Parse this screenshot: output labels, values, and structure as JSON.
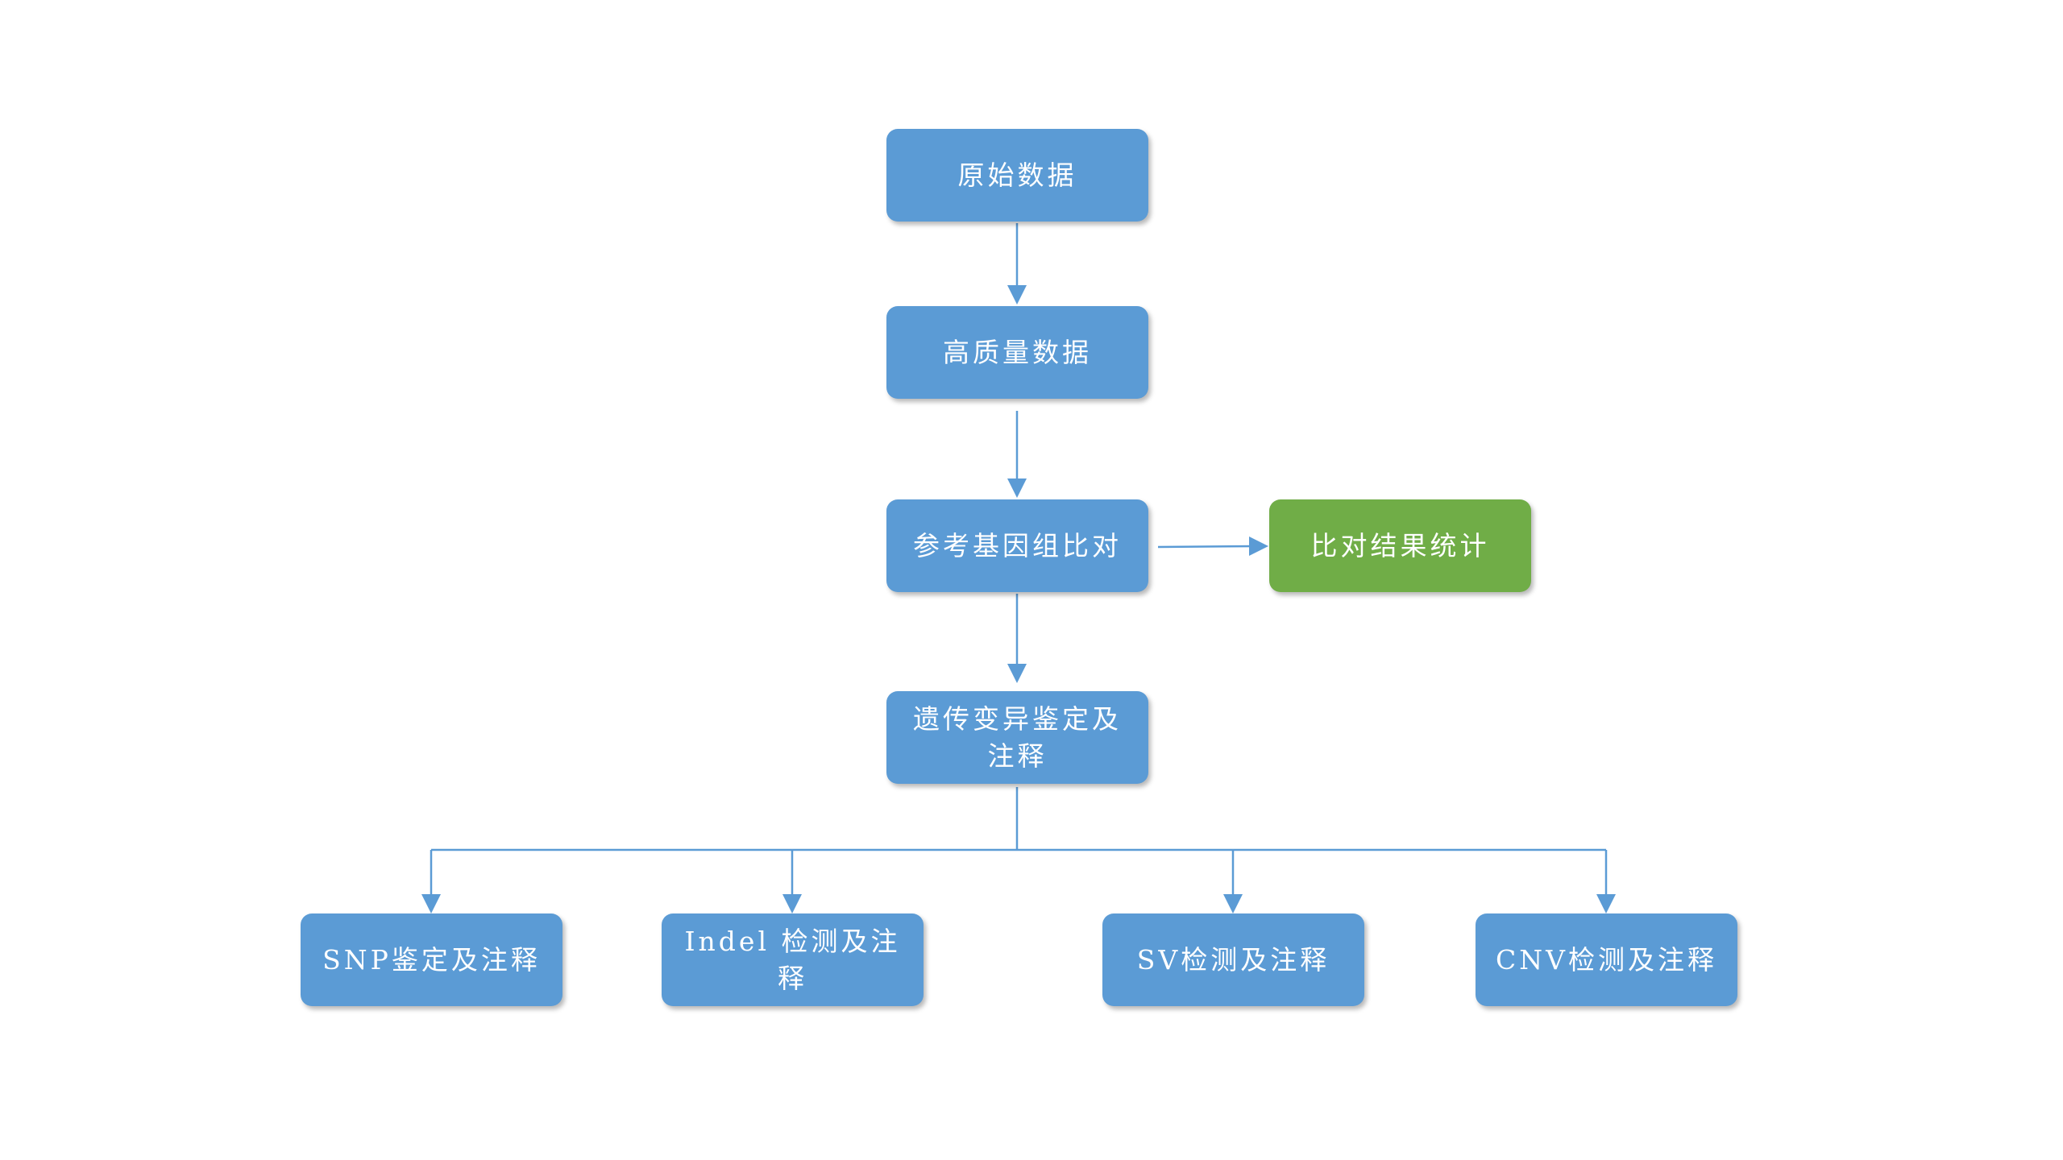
{
  "nodes": {
    "raw_data": "原始数据",
    "hq_data": "高质量数据",
    "ref_alignment": "参考基因组比对",
    "align_stats": "比对结果统计",
    "variant_calling": "遗传变异鉴定及注释",
    "snp": "SNP鉴定及注释",
    "indel": "Indel 检测及注释",
    "sv": "SV检测及注释",
    "cnv": "CNV检测及注释"
  },
  "colors": {
    "node_blue": "#5b9bd5",
    "node_green": "#70ad47",
    "connector": "#5b9bd5",
    "text": "#ffffff",
    "background": "#ffffff"
  }
}
